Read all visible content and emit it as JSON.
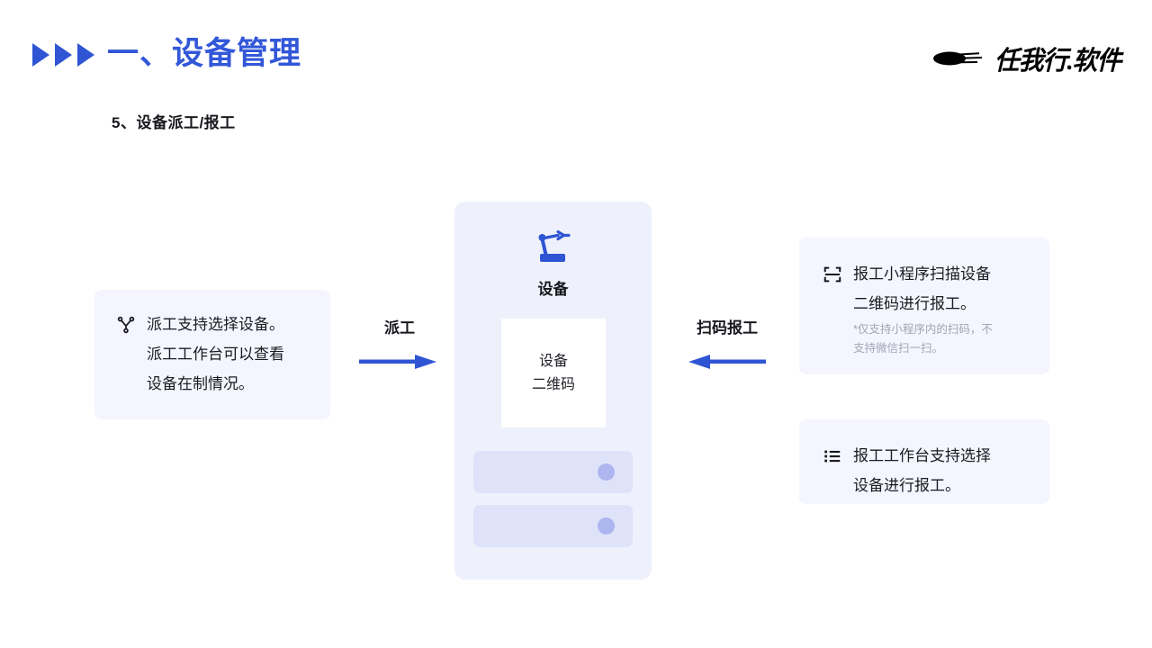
{
  "header": {
    "title": "一、设备管理",
    "subtitle": "5、设备派工/报工",
    "bullet_icon": "triangle-right-icon",
    "title_color": "#3257d8"
  },
  "logo": {
    "text": "任我行.软件",
    "mark_icon": "speed-swoosh-icon"
  },
  "diagram": {
    "left_card": {
      "icon": "branch-icon",
      "text": "派工支持选择设备。\n派工工作台可以查看\n设备在制情况。"
    },
    "center_panel": {
      "icon": "robot-arm-icon",
      "title": "设备",
      "qr_box": {
        "line1": "设备",
        "line2": "二维码"
      },
      "placeholder_rows": [
        {
          "dot_icon": "circle-dot-icon"
        },
        {
          "dot_icon": "circle-dot-icon"
        }
      ]
    },
    "right_cards": [
      {
        "icon": "scan-frame-icon",
        "text": "报工小程序扫描设备\n二维码进行报工。",
        "note": "*仅支持小程序内的扫码，不\n支持微信扫一扫。"
      },
      {
        "icon": "list-icon",
        "text": "报工工作台支持选择\n设备进行报工。"
      }
    ],
    "arrows": [
      {
        "label": "派工",
        "direction": "right",
        "icon": "arrow-right-icon"
      },
      {
        "label": "扫码报工",
        "direction": "left",
        "icon": "arrow-left-icon"
      }
    ],
    "accent_color": "#2f55d4",
    "card_bg": "#f4f5fe",
    "panel_bg": "#eef1fc"
  }
}
